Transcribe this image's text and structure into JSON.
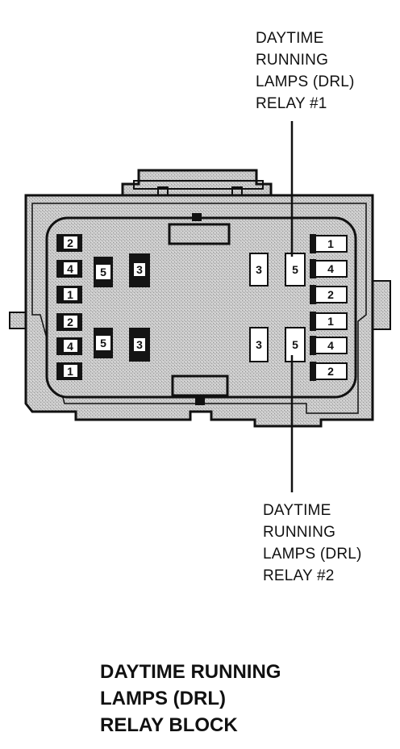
{
  "relay1_label": [
    "DAYTIME",
    "RUNNING",
    "LAMPS (DRL)",
    "RELAY #1"
  ],
  "relay2_label": [
    "DAYTIME",
    "RUNNING",
    "LAMPS (DRL)",
    "RELAY #2"
  ],
  "title": [
    "DAYTIME RUNNING",
    "LAMPS (DRL)",
    "RELAY BLOCK"
  ],
  "left_upper_pins": {
    "column": [
      "2",
      "4",
      "1"
    ],
    "middle": "5",
    "right": "3"
  },
  "left_lower_pins": {
    "column": [
      "2",
      "4",
      "1"
    ],
    "middle": "5",
    "right": "3"
  },
  "right_upper_pins": {
    "left": "3",
    "middle": "5",
    "column": [
      "1",
      "4",
      "2"
    ]
  },
  "right_lower_pins": {
    "left": "3",
    "middle": "5",
    "column": [
      "1",
      "4",
      "2"
    ]
  },
  "colors": {
    "housing": "#c9c9c9",
    "outline": "#111111",
    "black_terminal": "#141414",
    "white_terminal": "#ffffff"
  }
}
